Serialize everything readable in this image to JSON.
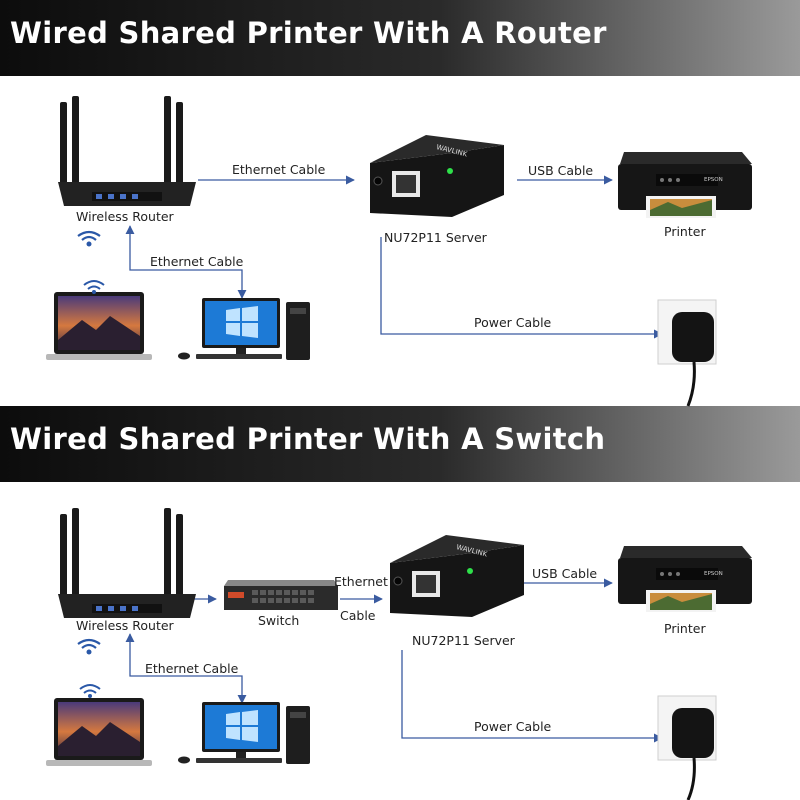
{
  "sections": [
    {
      "title": "Wired Shared Printer With A Router",
      "router_label": "Wireless Router",
      "link_router_server": "Ethernet Cable",
      "link_router_pc": "Ethernet Cable",
      "server_label": "NU72P11 Server",
      "link_server_printer": "USB Cable",
      "printer_label": "Printer",
      "link_power": "Power Cable"
    },
    {
      "title": "Wired Shared Printer With A Switch",
      "router_label": "Wireless Router",
      "switch_label": "Switch",
      "link_switch_server_line1": "Ethernet",
      "link_switch_server_line2": "Cable",
      "link_router_pc": "Ethernet Cable",
      "server_label": "NU72P11 Server",
      "link_server_printer": "USB Cable",
      "printer_label": "Printer",
      "link_power": "Power Cable"
    }
  ],
  "colors": {
    "line": "#3a5ba0",
    "banner_dark": "#0c0c0c",
    "banner_light": "#9a9a9a",
    "led": "#2ee04a"
  },
  "brand": {
    "server_logo": "WAVLINK",
    "printer_logo": "EPSON"
  }
}
